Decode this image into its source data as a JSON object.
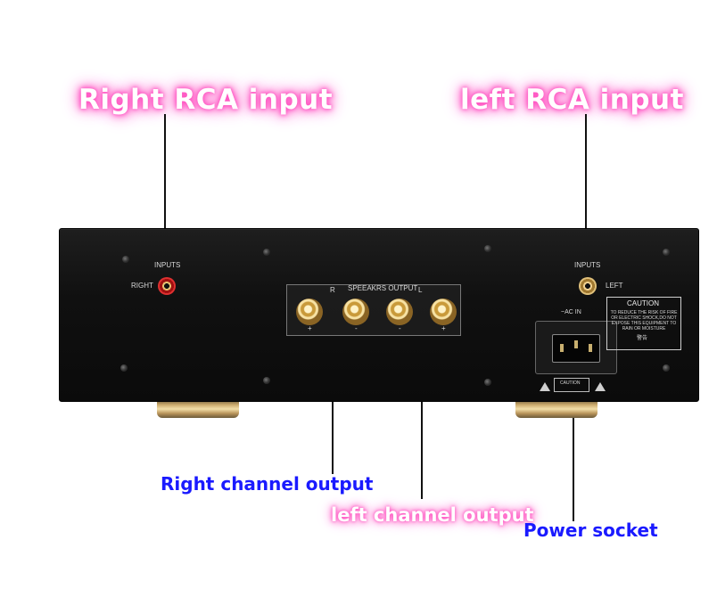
{
  "callouts": {
    "right_rca": "Right RCA input",
    "left_rca": "left RCA input",
    "right_channel": "Right channel output",
    "left_channel": "left channel output",
    "power": "Power socket"
  },
  "panel": {
    "inputs_left": "INPUTS",
    "right": "RIGHT",
    "inputs_right": "INPUTS",
    "left": "LEFT",
    "speakers_output": "SPEEAKRS OUTPUT",
    "r": "R",
    "l": "L",
    "plus": "+",
    "minus": "-",
    "ac_in": "~AC IN",
    "caution_title": "CAUTION",
    "caution_text": "TO REDUCE THE RISK OF FIRE OR ELECTRIC SHOCK,DO NOT EXPOSE THIS EQUIPMENT TO RAIN OR MOISTURE",
    "warning_cn": "警告",
    "small_caution": "CAUTION"
  }
}
